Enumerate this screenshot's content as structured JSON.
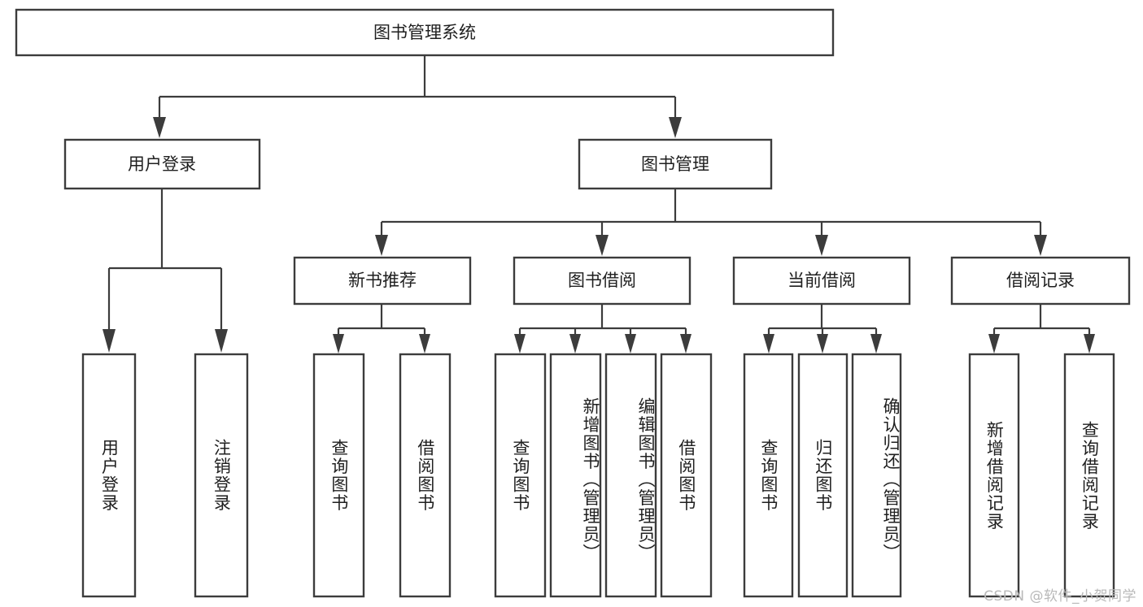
{
  "diagram": {
    "title": "图书管理系统",
    "type": "tree",
    "orientation": "top-down",
    "colors": {
      "box_stroke": "#3c3c3c",
      "box_fill": "#ffffff",
      "connector": "#3c3c3c",
      "text": "#1f1f1f",
      "watermark": "#b9b9b9",
      "background": "#ffffff"
    },
    "root": {
      "id": "root",
      "label": "图书管理系统",
      "text_orientation": "horizontal"
    },
    "level2": [
      {
        "id": "user-login",
        "label": "用户登录",
        "text_orientation": "horizontal"
      },
      {
        "id": "book-manage",
        "label": "图书管理",
        "text_orientation": "horizontal"
      }
    ],
    "level3": [
      {
        "id": "new-book-recommend",
        "label": "新书推荐",
        "parent": "book-manage",
        "text_orientation": "horizontal"
      },
      {
        "id": "book-borrow",
        "label": "图书借阅",
        "parent": "book-manage",
        "text_orientation": "horizontal"
      },
      {
        "id": "current-borrow",
        "label": "当前借阅",
        "parent": "book-manage",
        "text_orientation": "horizontal"
      },
      {
        "id": "borrow-record",
        "label": "借阅记录",
        "parent": "book-manage",
        "text_orientation": "horizontal"
      }
    ],
    "leaves": {
      "user-login": [
        {
          "id": "leaf-user-login",
          "label": "用户登录",
          "text_orientation": "vertical"
        },
        {
          "id": "leaf-logout",
          "label": "注销登录",
          "text_orientation": "vertical"
        }
      ],
      "new-book-recommend": [
        {
          "id": "leaf-query-book-1",
          "label": "查询图书",
          "text_orientation": "vertical"
        },
        {
          "id": "leaf-borrow-book-1",
          "label": "借阅图书",
          "text_orientation": "vertical"
        }
      ],
      "book-borrow": [
        {
          "id": "leaf-query-book-2",
          "label": "查询图书",
          "text_orientation": "vertical"
        },
        {
          "id": "leaf-add-book",
          "label": "新增图书（管理员）",
          "text_orientation": "vertical"
        },
        {
          "id": "leaf-edit-book",
          "label": "编辑图书（管理员）",
          "text_orientation": "vertical"
        },
        {
          "id": "leaf-borrow-book-2",
          "label": "借阅图书",
          "text_orientation": "vertical"
        }
      ],
      "current-borrow": [
        {
          "id": "leaf-query-book-3",
          "label": "查询图书",
          "text_orientation": "vertical"
        },
        {
          "id": "leaf-return-book",
          "label": "归还图书",
          "text_orientation": "vertical"
        },
        {
          "id": "leaf-confirm-return",
          "label": "确认归还（管理员）",
          "text_orientation": "vertical"
        }
      ],
      "borrow-record": [
        {
          "id": "leaf-add-record",
          "label": "新增借阅记录",
          "text_orientation": "vertical"
        },
        {
          "id": "leaf-query-record",
          "label": "查询借阅记录",
          "text_orientation": "vertical"
        }
      ]
    },
    "watermark": "CSDN @软件_小贺同学"
  }
}
